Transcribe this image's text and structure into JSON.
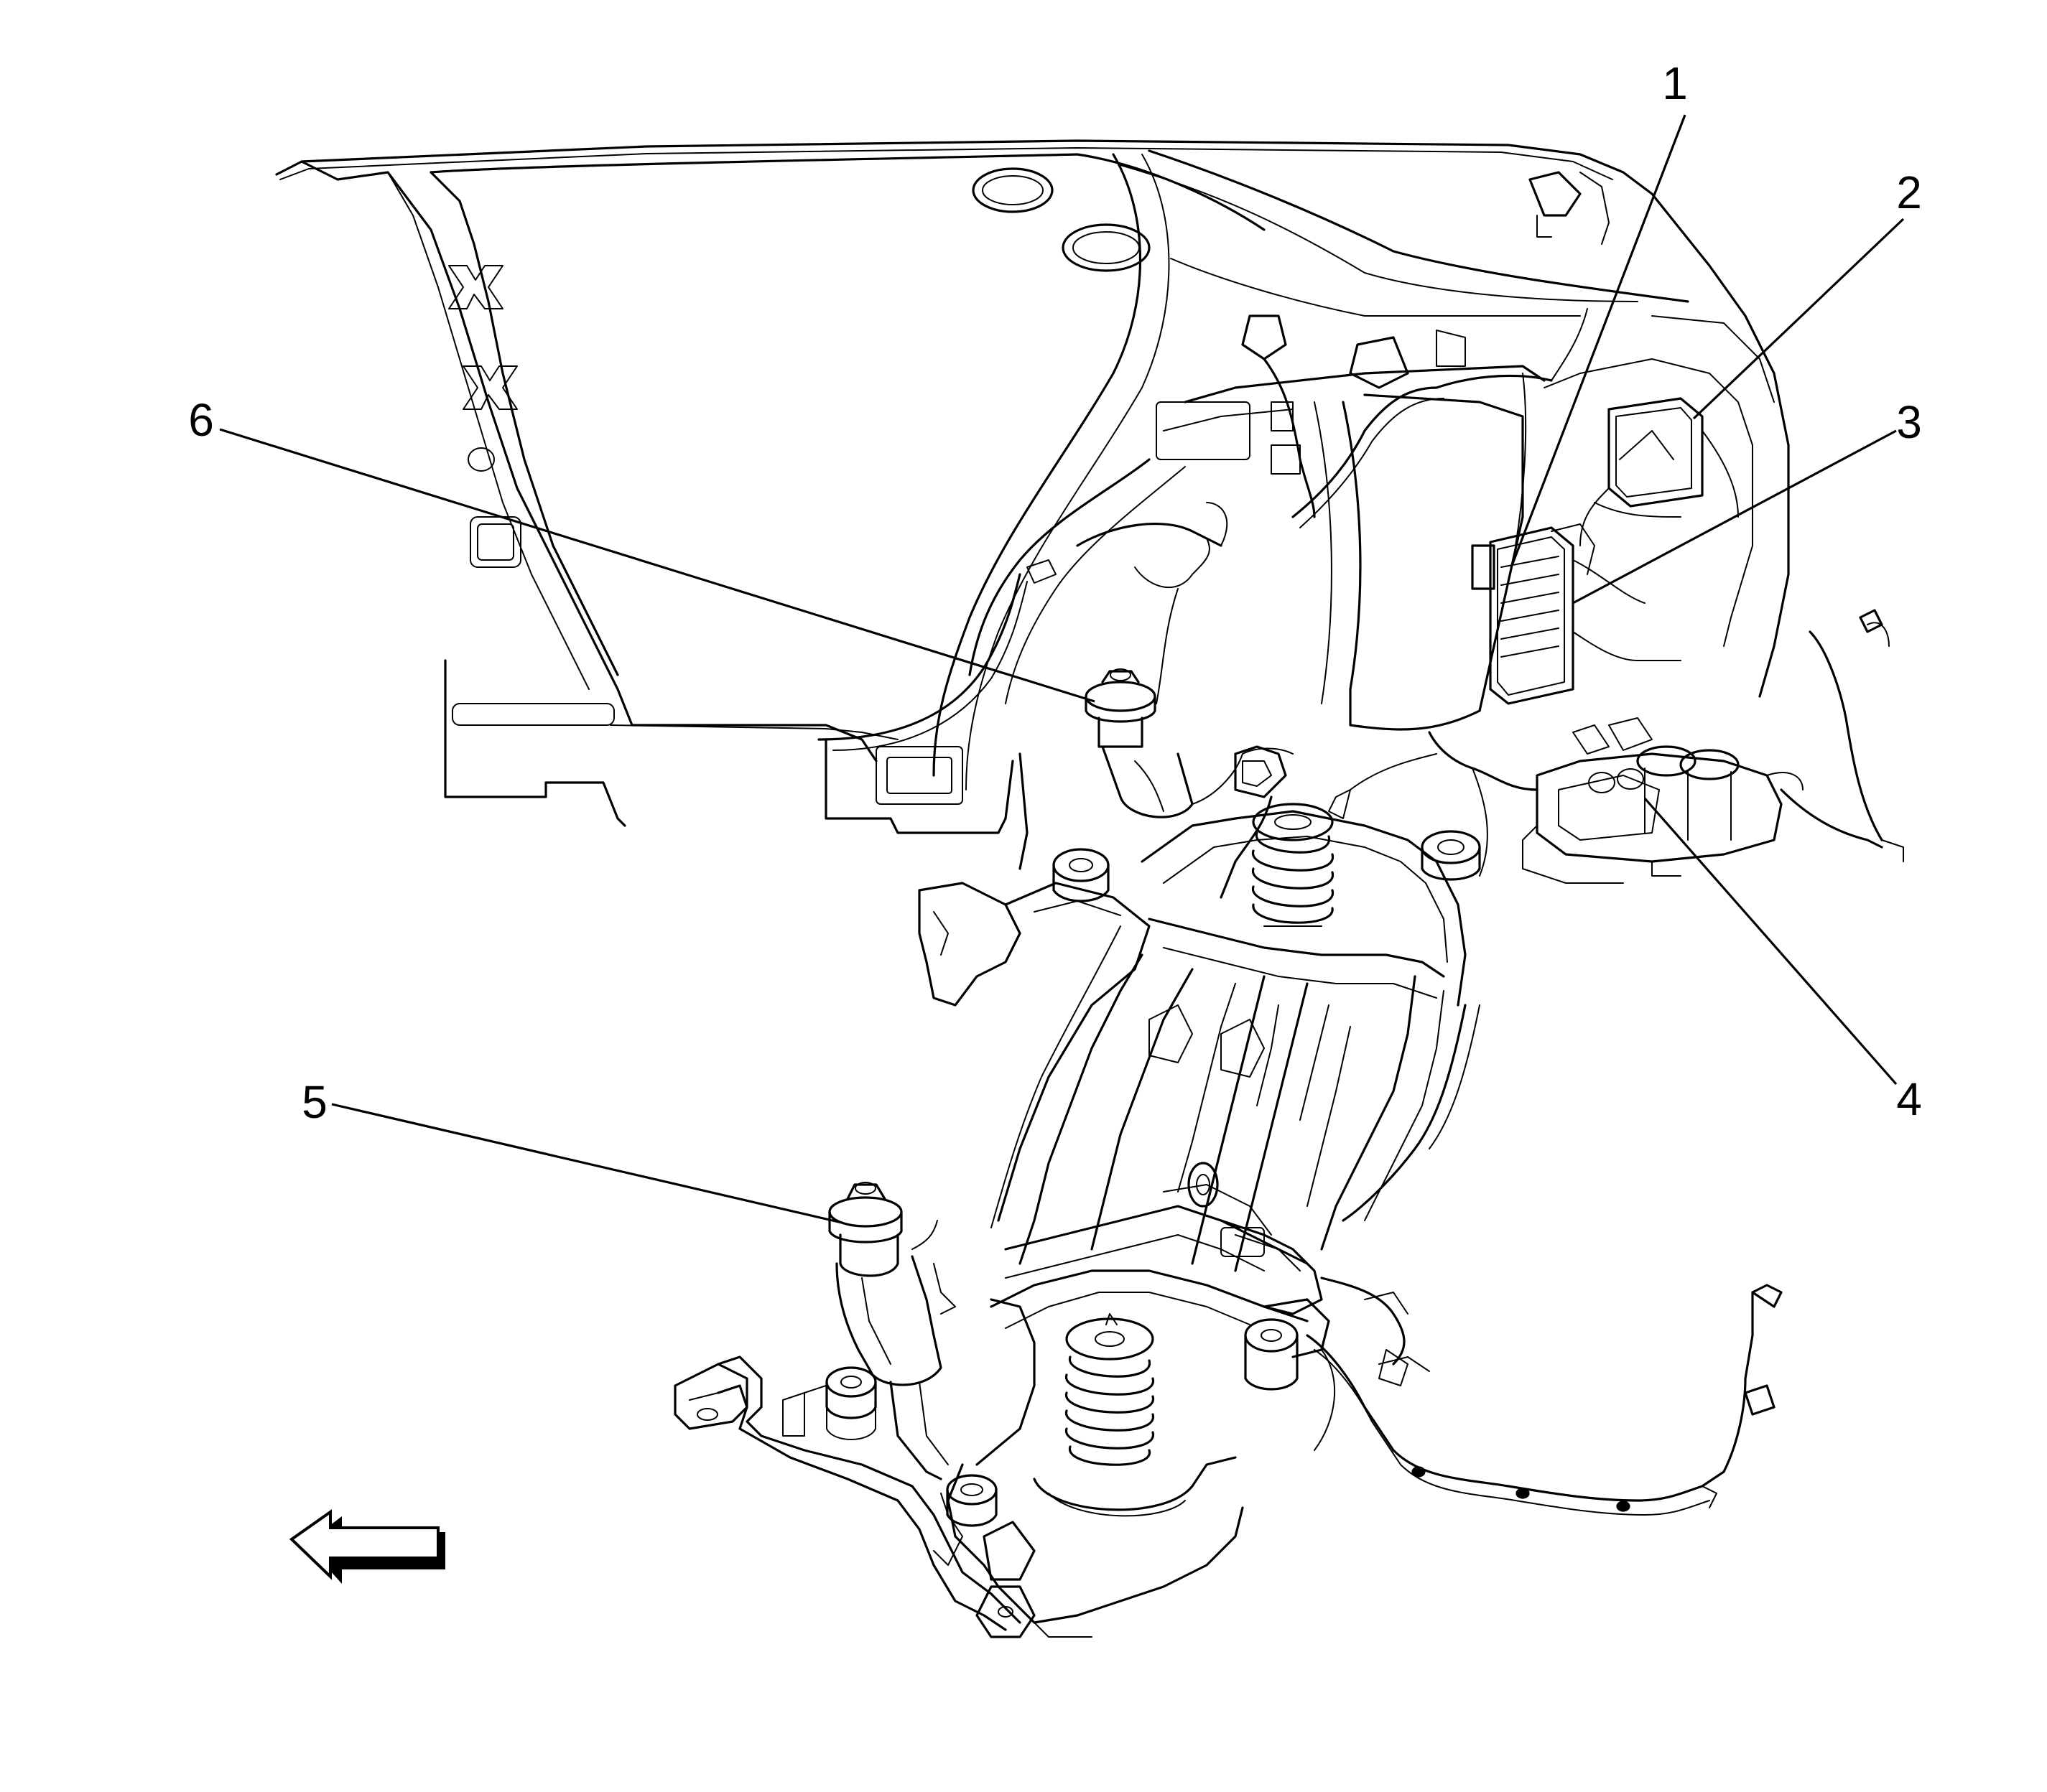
{
  "diagram": {
    "callouts": [
      {
        "id": "1",
        "label": "1"
      },
      {
        "id": "2",
        "label": "2"
      },
      {
        "id": "3",
        "label": "3"
      },
      {
        "id": "4",
        "label": "4"
      },
      {
        "id": "5",
        "label": "5"
      },
      {
        "id": "6",
        "label": "6"
      }
    ],
    "direction_arrow": {
      "icon": "left-arrow-icon",
      "direction": "left"
    }
  }
}
